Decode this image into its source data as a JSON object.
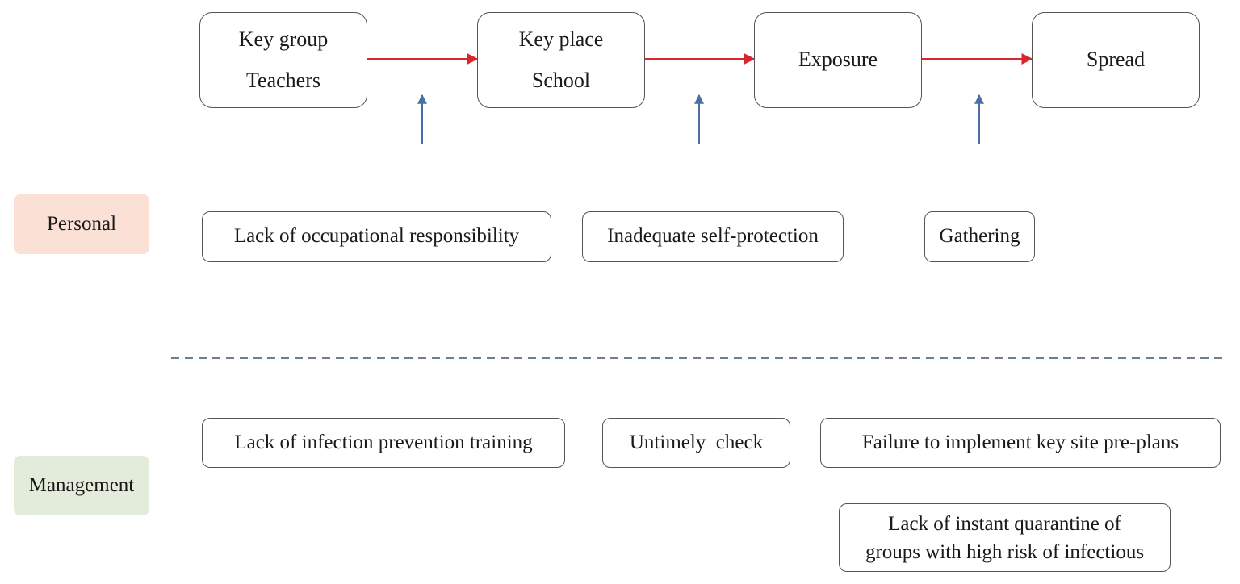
{
  "flow": {
    "key_group": {
      "line1": "Key group",
      "line2": "Teachers"
    },
    "key_place": {
      "line1": "Key place",
      "line2": "School"
    },
    "exposure": "Exposure",
    "spread": "Spread"
  },
  "categories": {
    "personal": "Personal",
    "management": "Management"
  },
  "personal_factors": {
    "occupational": "Lack of occupational responsibility",
    "self_protection": "Inadequate self-protection",
    "gathering": "Gathering"
  },
  "management_factors": {
    "training": "Lack of infection prevention training",
    "check": "Untimely  check",
    "pre_plans": "Failure to implement key site pre-plans",
    "quarantine": {
      "line1": "Lack of instant quarantine of",
      "line2": "groups with high risk of infectious"
    }
  },
  "colors": {
    "flow_arrow": "#d9262c",
    "influence_arrow": "#4a6fa5",
    "divider": "#3b5573",
    "personal_bg": "#fbe0d6",
    "management_bg": "#e3ecda",
    "box_border": "#555555"
  },
  "icons": {
    "flow_arrow": "right-arrow-icon",
    "influence_arrow": "up-arrow-icon"
  }
}
